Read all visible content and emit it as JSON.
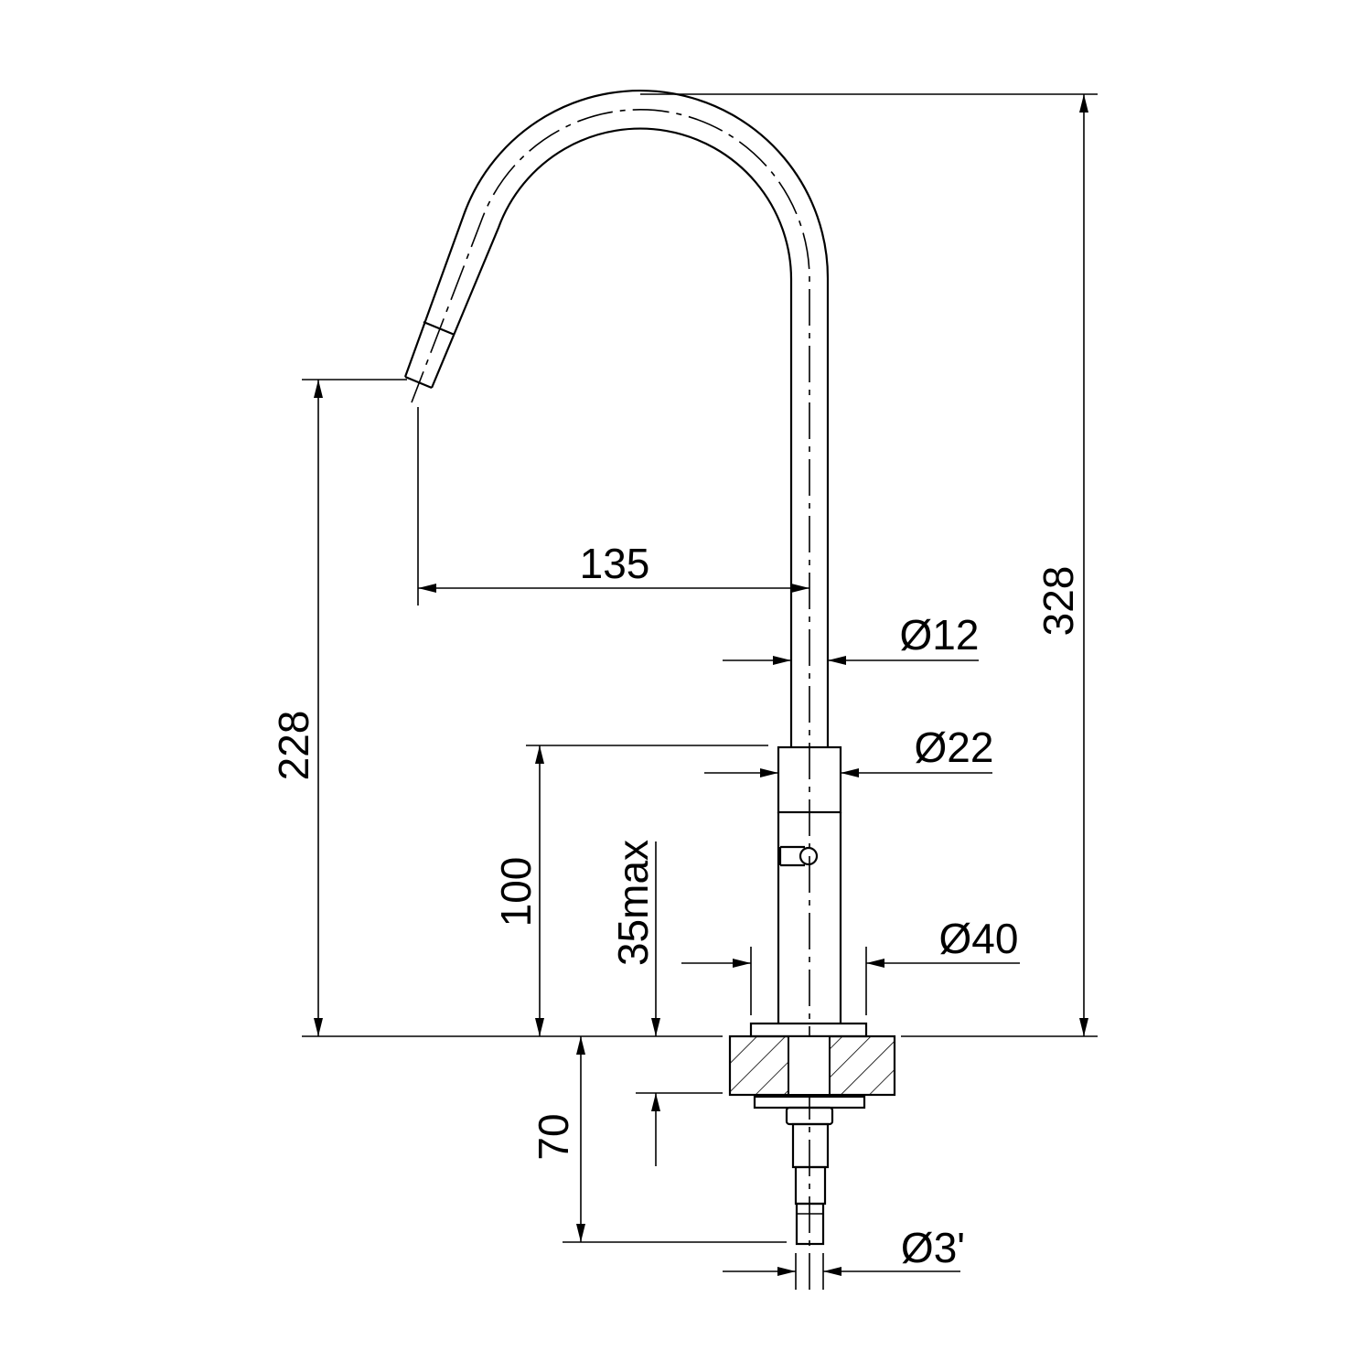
{
  "drawing": {
    "subject": "faucet",
    "colors": {
      "line": "#000000",
      "background": "#ffffff"
    },
    "dimensions": {
      "total_height": "328",
      "spout_height": "228",
      "reach": "135",
      "pipe_diameter": "Ø12",
      "collar_diameter": "Ø22",
      "body_height": "100",
      "countertop_thickness": "35max",
      "base_diameter": "Ø40",
      "below_counter": "70",
      "connector_diameter": "Ø3'"
    }
  }
}
